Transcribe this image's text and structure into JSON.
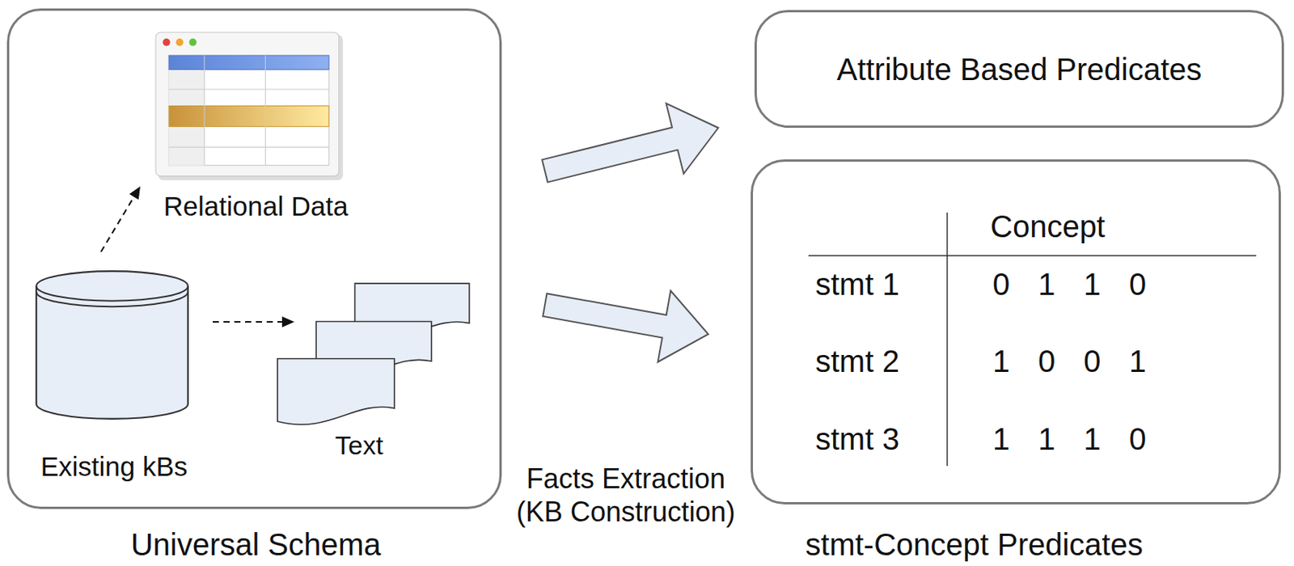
{
  "diagram": {
    "nodes": [
      {
        "text": [
          "Universal Schema"
        ]
      },
      {
        "text": [
          "Relational Data"
        ],
        "in": 0
      },
      {
        "text": [
          "Existing kBs"
        ],
        "in": 0
      },
      {
        "text": [
          "Text"
        ],
        "in": 0
      },
      {
        "text": [
          "Attribute Based Predicates"
        ]
      },
      {
        "text": [
          "stmt-Concept Predicates"
        ]
      }
    ],
    "edges": [
      {
        "from": 2,
        "to": 1,
        "arrow": "to"
      },
      {
        "from": 2,
        "to": 3,
        "arrow": "to"
      },
      {
        "from": 0,
        "to": 4,
        "arrow": "to"
      },
      {
        "from": 0,
        "to": 5,
        "arrow": "to"
      }
    ],
    "labels": [
      "Facts Extraction (KB Construction)",
      "Concept",
      "stmt 1",
      "0",
      "1",
      "1",
      "0",
      "stmt 2",
      "1",
      "0",
      "0",
      "1",
      "stmt 3",
      "1",
      "1",
      "1",
      "0"
    ]
  }
}
